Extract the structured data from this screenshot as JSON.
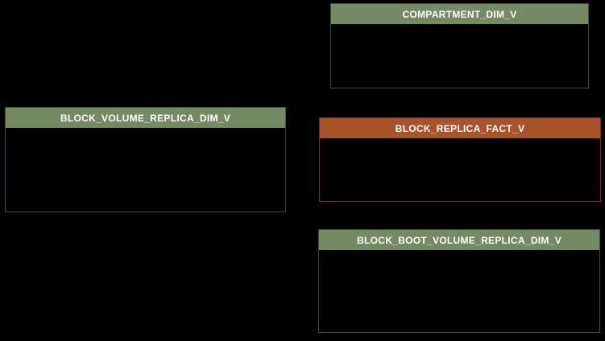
{
  "diagram": {
    "background_color": "#000000",
    "text_color": "#ffffff",
    "entities": [
      {
        "title": "COMPARTMENT_DIM_V",
        "header_color": "#738a62",
        "border_color": "#3e5232"
      },
      {
        "title": "BLOCK_VOLUME_REPLICA_DIM_V",
        "header_color": "#738a62",
        "border_color": "#3e5232"
      },
      {
        "title": "BLOCK_REPLICA_FACT_V",
        "header_color": "#a7542b",
        "border_color": "#733018"
      },
      {
        "title": "BLOCK_BOOT_VOLUME_REPLICA_DIM_V",
        "header_color": "#738a62",
        "border_color": "#3e5232"
      }
    ]
  }
}
